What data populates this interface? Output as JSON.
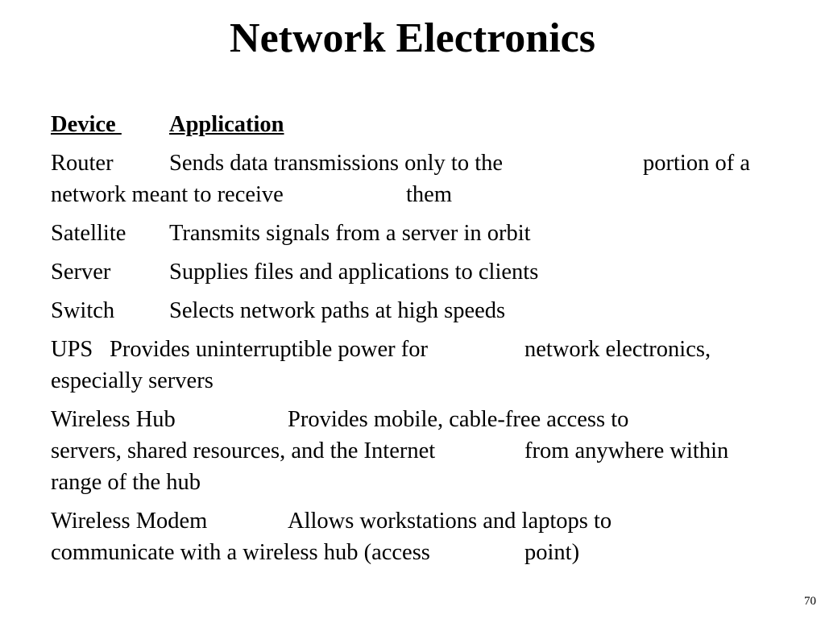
{
  "slide": {
    "title": "Network Electronics",
    "page_number": "70"
  },
  "header": {
    "device": "Device ",
    "application": "Application"
  },
  "rows": [
    {
      "lines": [
        [
          "Router",
          "Sends data transmissions only to the",
          "portion of a"
        ],
        [
          "network meant to receive",
          "them"
        ]
      ]
    },
    {
      "lines": [
        [
          "Satellite",
          "Transmits signals from a server in orbit"
        ]
      ]
    },
    {
      "lines": [
        [
          "Server",
          "Supplies files and applications to clients"
        ]
      ]
    },
    {
      "lines": [
        [
          "Switch",
          "Selects network paths at high speeds"
        ]
      ]
    },
    {
      "lines": [
        [
          "UPS",
          "Provides uninterruptible power for",
          "network electronics,"
        ],
        [
          "especially servers"
        ]
      ]
    },
    {
      "lines": [
        [
          "Wireless Hub",
          "Provides mobile, cable-free access to"
        ],
        [
          "servers, shared resources, and the Internet",
          "from anywhere within"
        ],
        [
          "range of the hub"
        ]
      ]
    },
    {
      "lines": [
        [
          "Wireless Modem",
          "Allows workstations and laptops to"
        ],
        [
          "communicate with a wireless hub (access",
          "point)"
        ]
      ]
    }
  ]
}
